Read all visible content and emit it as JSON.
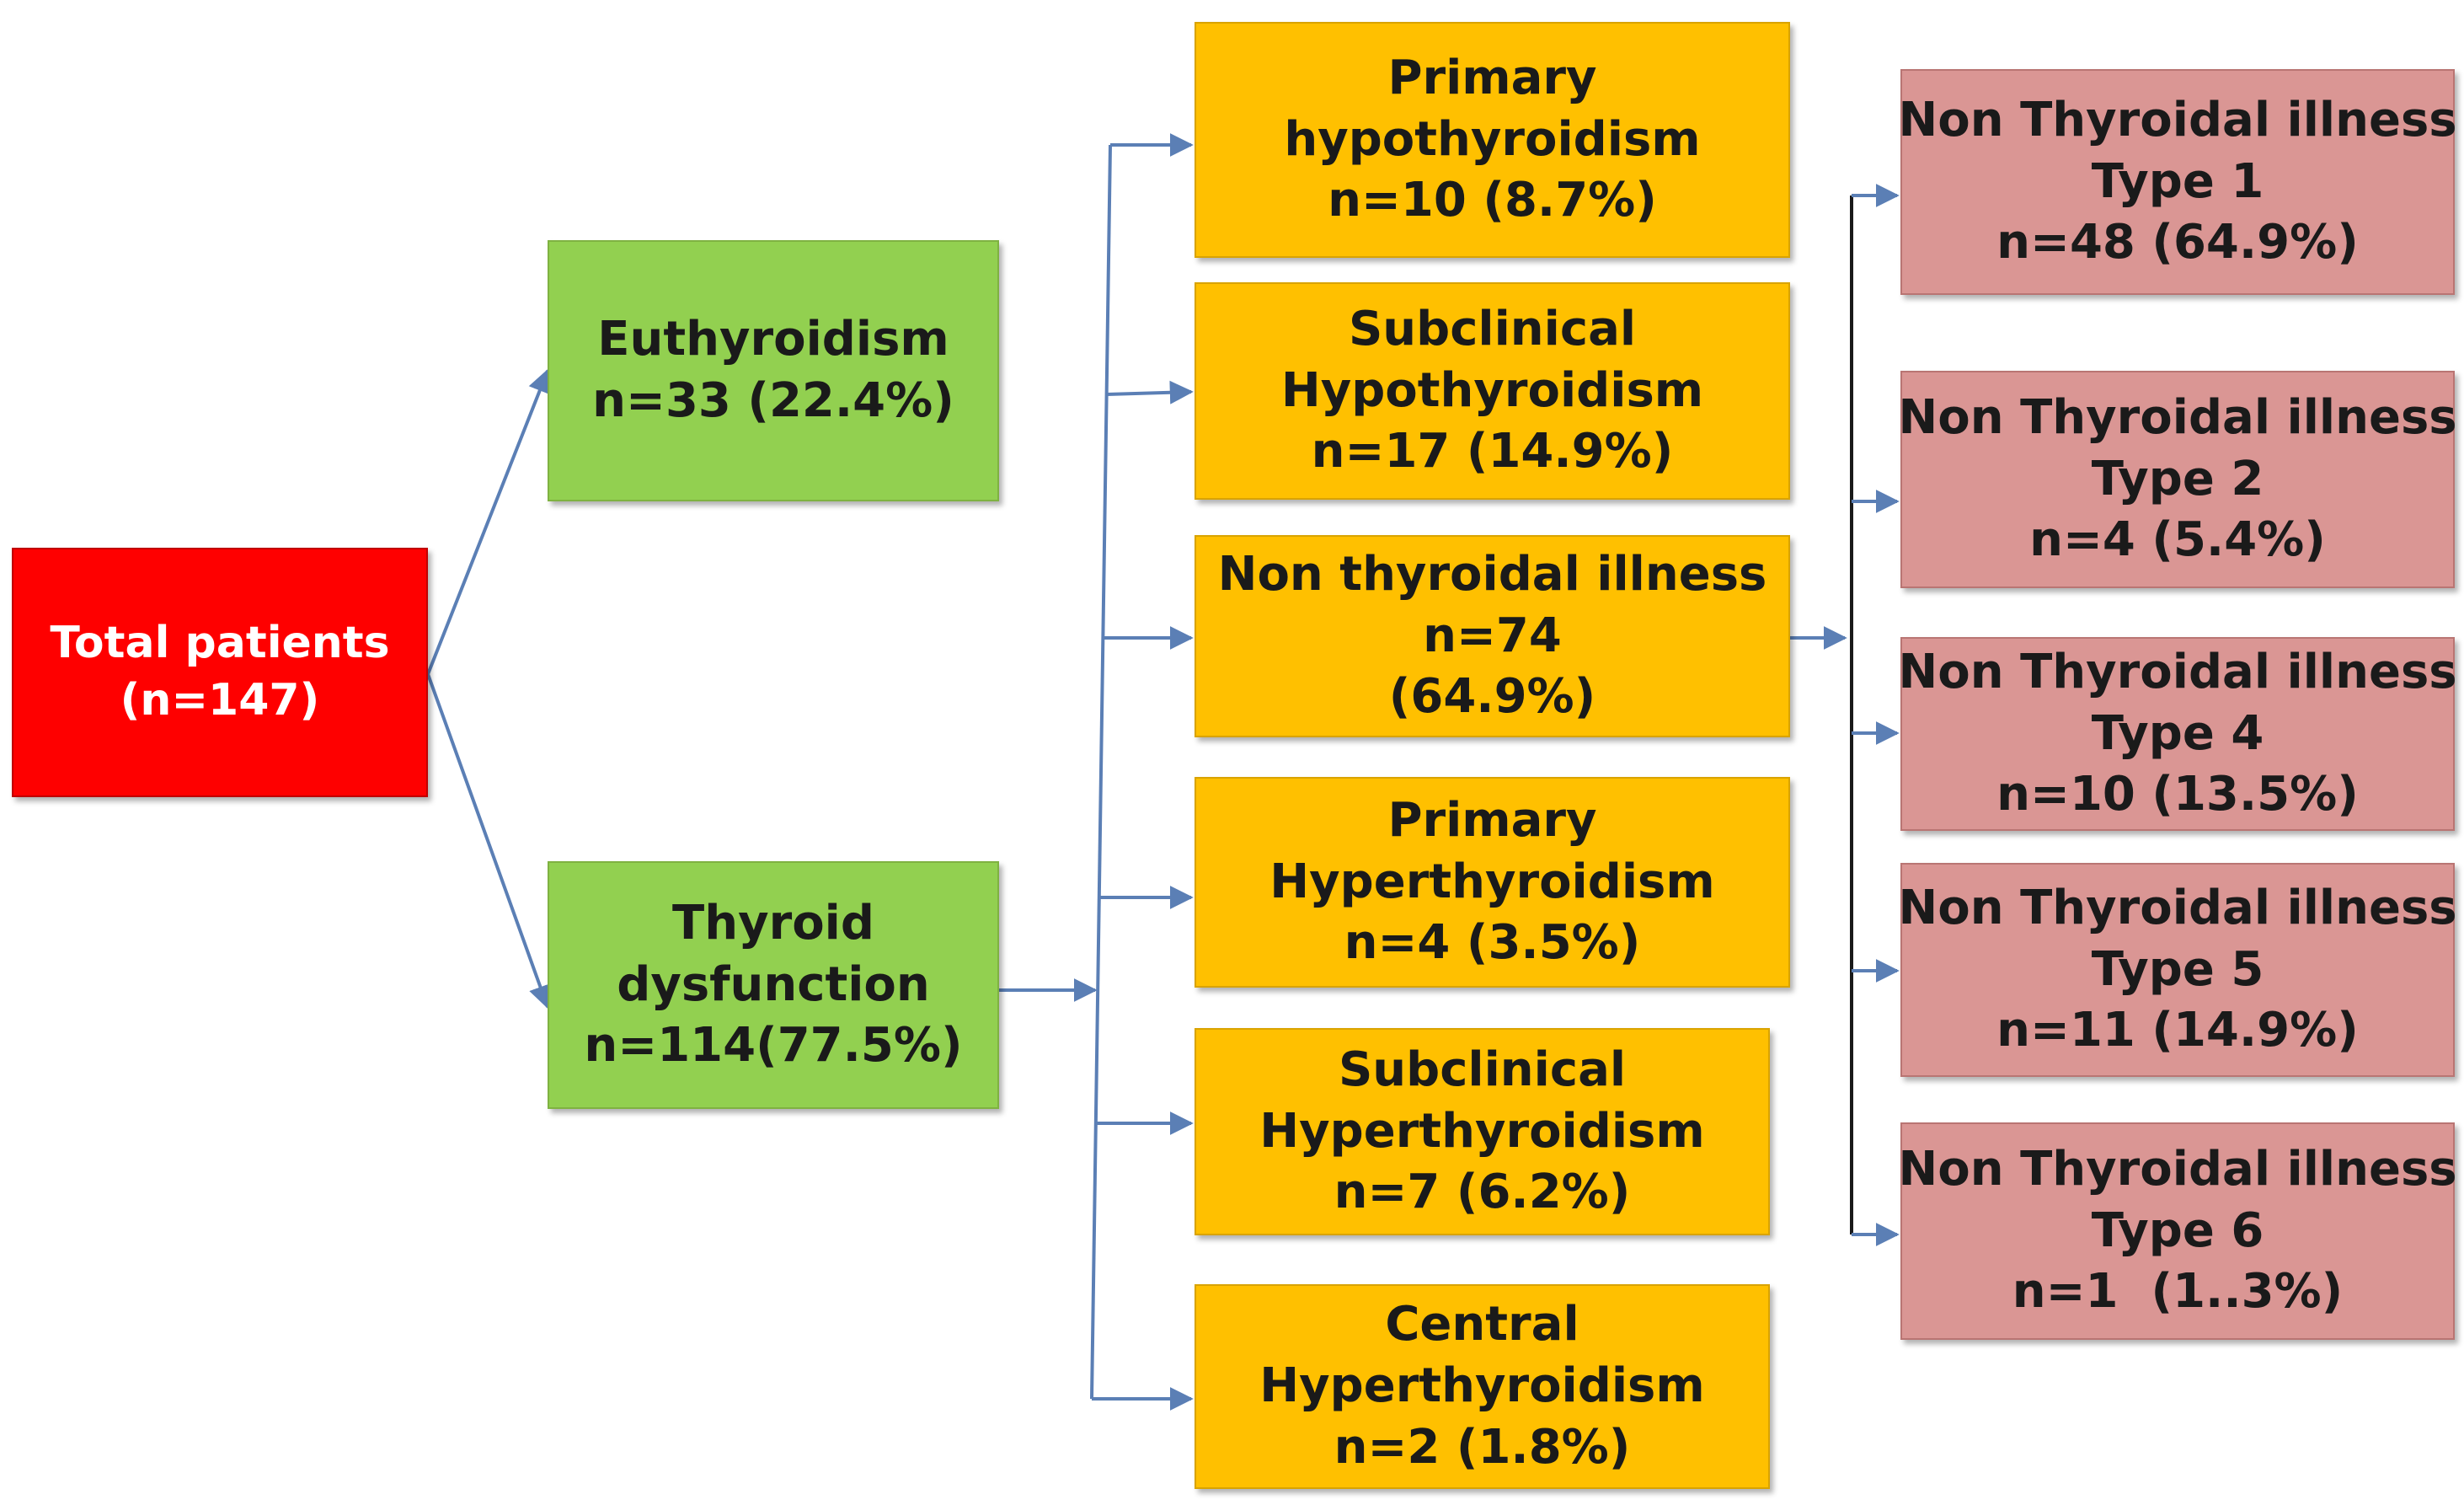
{
  "root": {
    "line1": "Total patients",
    "line2": "(n=147)"
  },
  "level1": {
    "euthyroidism": {
      "line1": "Euthyroidism",
      "line2": "n=33 (22.4%)"
    },
    "thyroid_dysfunction": {
      "line1": "Thyroid",
      "line2": "dysfunction",
      "line3": "n=114(77.5%)"
    }
  },
  "level2": [
    {
      "line1": "Primary",
      "line2": "hypothyroidism",
      "line3": "n=10 (8.7%)"
    },
    {
      "line1": "Subclinical",
      "line2": "Hypothyroidism",
      "line3": "n=17 (14.9%)"
    },
    {
      "line1": "Non thyroidal illness",
      "line2": "n=74",
      "line3": "(64.9%)"
    },
    {
      "line1": "Primary",
      "line2": "Hyperthyroidism",
      "line3": "n=4 (3.5%)"
    },
    {
      "line1": "Subclinical",
      "line2": "Hyperthyroidism",
      "line3": "n=7 (6.2%)"
    },
    {
      "line1": "Central",
      "line2": "Hyperthyroidism",
      "line3": "n=2 (1.8%)"
    }
  ],
  "level3": [
    {
      "line1": "Non Thyroidal illness",
      "line2": "Type 1",
      "line3": "n=48 (64.9%)"
    },
    {
      "line1": "Non Thyroidal illness",
      "line2": "Type 2",
      "line3": "n=4 (5.4%)"
    },
    {
      "line1": "Non Thyroidal illness",
      "line2": "Type 4",
      "line3": "n=10 (13.5%)"
    },
    {
      "line1": "Non Thyroidal illness",
      "line2": "Type 5",
      "line3": "n=11 (14.9%)"
    },
    {
      "line1": "Non Thyroidal illness",
      "line2": "Type 6",
      "line3": "n=1  (1..3%)"
    }
  ],
  "colors": {
    "root_fill": "#fe0000",
    "level1_fill": "#92d050",
    "level2_fill": "#ffc000",
    "level3_fill": "#da9694",
    "connector_blue": "#5b7fb5",
    "connector_dark": "#1a1a1a"
  }
}
